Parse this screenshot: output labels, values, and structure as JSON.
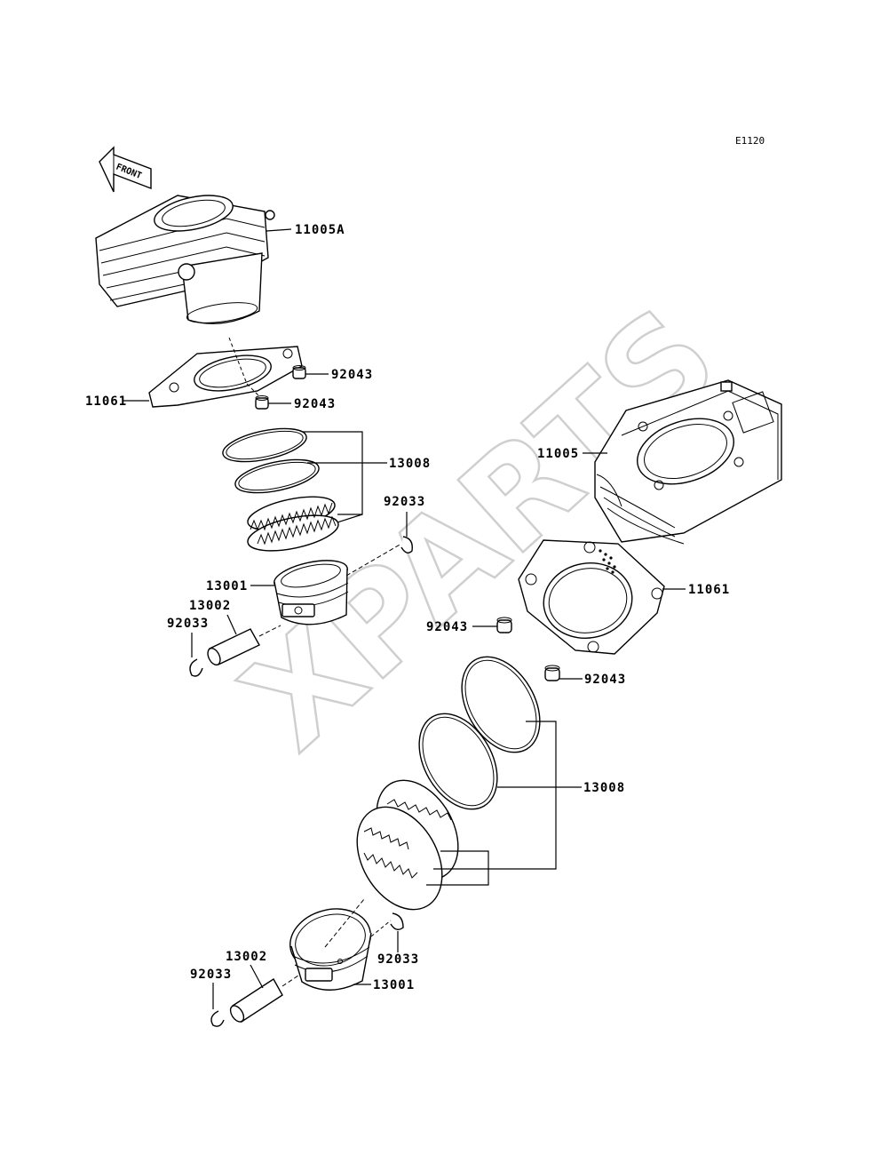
{
  "diagram_code": "E1120",
  "front_label": "FRONT",
  "watermark": "XPARTS",
  "callouts": {
    "cyl_a": "11005A",
    "gasket_top": "11061",
    "dowel_top_1": "92043",
    "dowel_top_2": "92043",
    "rings_top": "13008",
    "clip_top_right": "92033",
    "piston_top": "13001",
    "pin_top": "13002",
    "clip_top_left": "92033",
    "cyl_b": "11005",
    "gasket_bottom": "11061",
    "dowel_bottom_1": "92043",
    "dowel_bottom_2": "92043",
    "rings_bottom": "13008",
    "clip_bottom_right": "92033",
    "pin_bottom": "13002",
    "clip_bottom_left": "92033",
    "piston_bottom": "13001"
  }
}
